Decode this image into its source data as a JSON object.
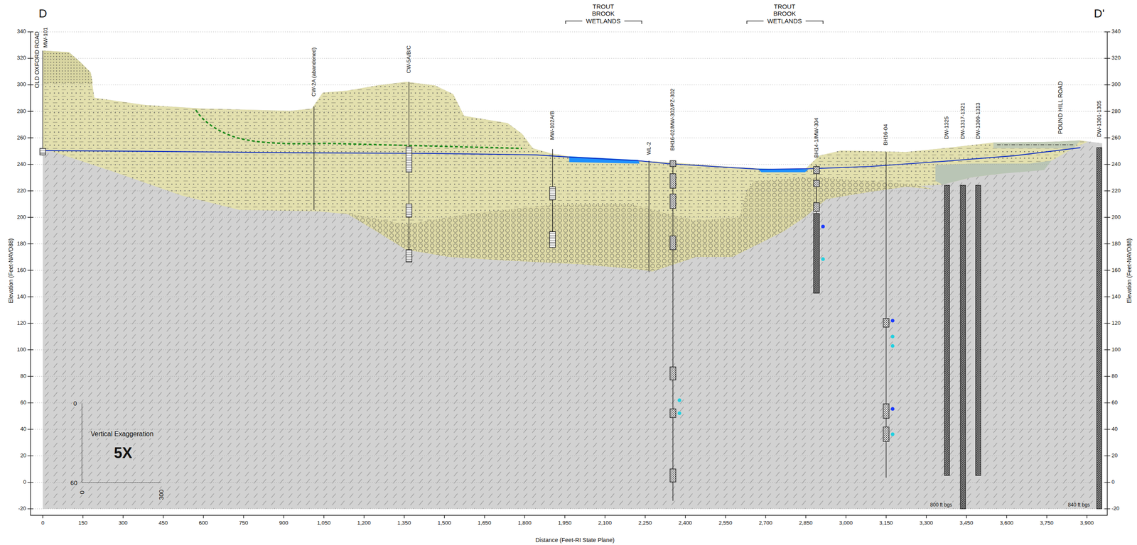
{
  "diagram": {
    "labels": [
      "D",
      "D'",
      "TROUT BROOK WETLANDS",
      "TROUT BROOK WETLANDS",
      "OLD OXFORD ROAD",
      "MW-101",
      "CW-2A (abandoned)",
      "CW-5A/B/C",
      "MW-102A/B",
      "WL-2",
      "BH16-02/MW-302/PZ-302",
      "BH14-1/MW-304",
      "BH16-04",
      "DW-1325",
      "DW-1317-1321",
      "DW-1309-1313",
      "POUND HILL ROAD",
      "DW-1301-1305",
      "340",
      "320",
      "300",
      "280",
      "260",
      "240",
      "220",
      "200",
      "180",
      "160",
      "140",
      "120",
      "100",
      "80",
      "60",
      "40",
      "20",
      "0",
      "-20",
      "340",
      "320",
      "300",
      "280",
      "260",
      "240",
      "220",
      "200",
      "180",
      "160",
      "140",
      "120",
      "100",
      "80",
      "60",
      "40",
      "20",
      "0",
      "-20",
      "0",
      "150",
      "300",
      "450",
      "600",
      "750",
      "900",
      "1,050",
      "1,200",
      "1,350",
      "1,500",
      "1,650",
      "1,800",
      "1,950",
      "2,100",
      "2,250",
      "2,400",
      "2,550",
      "2,700",
      "2,850",
      "3,000",
      "3,150",
      "3,300",
      "3,450",
      "3,600",
      "3,750",
      "3,900",
      "Elevation (Feet-NAVD88)",
      "Elevation (Feet-NAVD88)",
      "Distance (Feet-RI State Plane)",
      "Vertical Exaggeration",
      "5X",
      "0",
      "60",
      "0",
      "300",
      "800 ft bgs",
      "840 ft bgs"
    ]
  }
}
